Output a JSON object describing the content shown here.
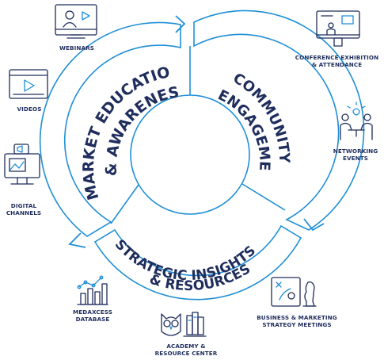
{
  "segments": {
    "market": {
      "line1": "MARKET EDUCATION",
      "line2": "& AWARENESS"
    },
    "community": {
      "line1": "COMMUNITY",
      "line2": "ENGAGEMENT"
    },
    "strategic": {
      "line1": "STRATEGIC INSIGHTS",
      "line2": "& RESOURCES"
    }
  },
  "labels": {
    "webinars": [
      "WEBINARS"
    ],
    "videos": [
      "VIDEOS"
    ],
    "digital": [
      "DIGITAL",
      "CHANNELS"
    ],
    "conference": [
      "CONFERENCE EXHIBITION",
      "& ATTENDANCE"
    ],
    "networking": [
      "NETWORKING",
      "EVENTS"
    ],
    "business": [
      "BUSINESS & MARKETING",
      "STRATEGY MEETINGS"
    ],
    "academy": [
      "ACADEMY &",
      "RESOURCE CENTER"
    ],
    "medaxcess": [
      "MEDAXCESS",
      "DATABASE"
    ]
  },
  "colors": {
    "navy": "#1f2d5c",
    "accent": "#1f8fd6"
  },
  "icons": [
    "webinar-screen-icon",
    "video-play-icon",
    "monitor-megaphone-icon",
    "conference-stage-icon",
    "networking-people-icon",
    "strategy-board-icon",
    "owl-books-icon",
    "bar-chart-trend-icon"
  ]
}
